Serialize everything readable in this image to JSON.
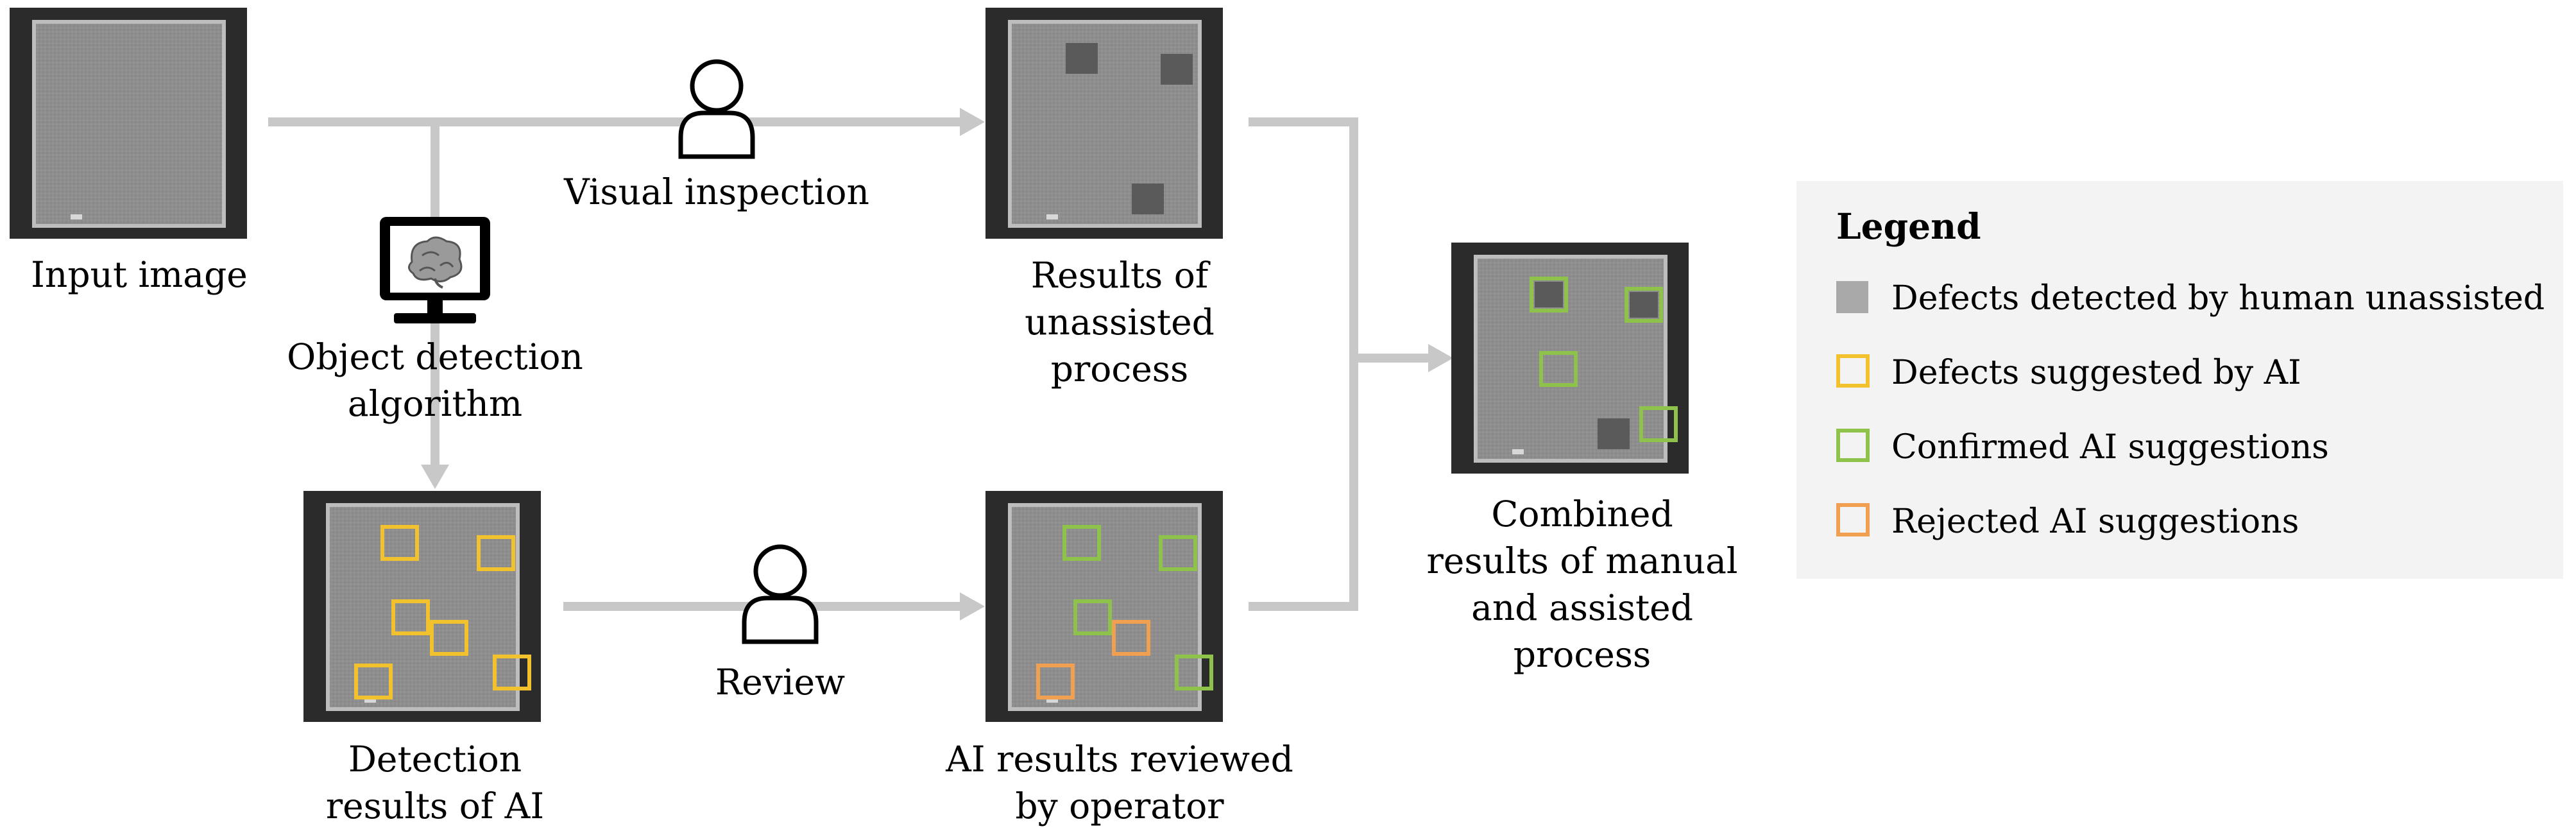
{
  "labels": {
    "input_image": "Input image",
    "visual_inspection": "Visual inspection",
    "object_detection": [
      "Object detection",
      "algorithm"
    ],
    "results_unassisted": [
      "Results of",
      "unassisted",
      "process"
    ],
    "detection_results_ai": [
      "Detection",
      "results of AI"
    ],
    "review": "Review",
    "ai_reviewed": [
      "AI results reviewed",
      "by operator"
    ],
    "combined": [
      "Combined",
      "results of manual",
      "and assisted",
      "process"
    ]
  },
  "legend": {
    "title": "Legend",
    "items": [
      {
        "label": "Defects detected by human unassisted",
        "style": "filled",
        "color": "#a8a8a8"
      },
      {
        "label": "Defects suggested by AI",
        "style": "outline",
        "color": "#f2c12e"
      },
      {
        "label": "Confirmed AI suggestions",
        "style": "outline",
        "color": "#8fc24a"
      },
      {
        "label": "Rejected AI suggestions",
        "style": "outline",
        "color": "#f0a050"
      }
    ]
  },
  "colors": {
    "flow_line": "#c8c8c8",
    "legend_bg": "#f3f3f3",
    "panel_border": "#2a2a2a",
    "panel_fill": "#8e8e8e",
    "human_defect": "#5a5a5a",
    "ai_suggestion": "#f2c12e",
    "confirmed": "#8fc24a",
    "rejected": "#f0a050"
  },
  "icons": {
    "person": "person-icon",
    "monitor": "monitor-brain-icon"
  }
}
